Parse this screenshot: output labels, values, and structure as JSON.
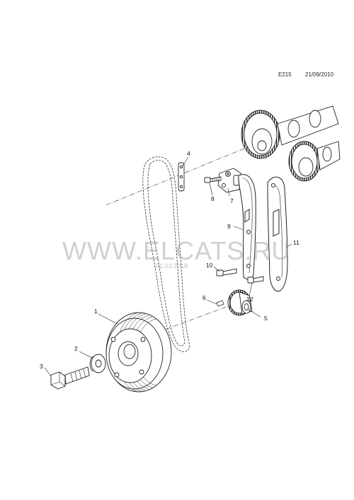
{
  "header": {
    "code": "E215",
    "date": "21/09/2010"
  },
  "watermark": {
    "text": "WWW.ELCATS.RU",
    "date": "01.03.2018"
  },
  "callouts": [
    "1",
    "2",
    "3",
    "4",
    "5",
    "6",
    "7",
    "8",
    "9",
    "10",
    "11",
    "12"
  ],
  "colors": {
    "line": "#1a1a1a",
    "watermark": "#999999"
  }
}
